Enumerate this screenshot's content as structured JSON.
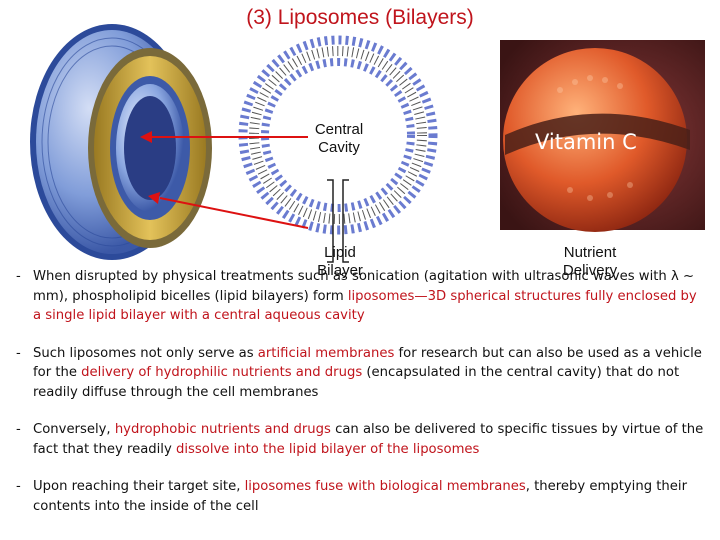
{
  "title": "(3) Liposomes (Bilayers)",
  "figure": {
    "central_cavity": [
      "Central",
      "Cavity"
    ],
    "lipid_bilayer": [
      "Lipid",
      "Bilayer"
    ],
    "nutrient_delivery": [
      "Nutrient",
      "Delivery"
    ],
    "vitamin_label": "Vitamin C"
  },
  "colors": {
    "accent_red": "#c0141c",
    "lipid_head": "#8aa6e0",
    "lipid_tail": "#c8a23a",
    "orange_sphere": "#e05a2a"
  },
  "bullets": [
    {
      "dash": "-",
      "segments": [
        {
          "text": "When disrupted by physical treatments such as sonication (agitation with ultrasonic waves with λ ~ mm), phospholipid bicelles (lipid bilayers) form ",
          "red": false
        },
        {
          "text": "liposomes—3D spherical structures fully enclosed by a single lipid bilayer with a central aqueous cavity",
          "red": true
        }
      ]
    },
    {
      "dash": "-",
      "segments": [
        {
          "text": "Such liposomes not only serve as ",
          "red": false
        },
        {
          "text": "artificial membranes",
          "red": true
        },
        {
          "text": " for research but can also be used as a vehicle for the ",
          "red": false
        },
        {
          "text": "delivery of hydrophilic nutrients and drugs",
          "red": true
        },
        {
          "text": " (encapsulated in the central cavity) that do not readily diffuse through the cell membranes",
          "red": false
        }
      ]
    },
    {
      "dash": "-",
      "segments": [
        {
          "text": "Conversely, ",
          "red": false
        },
        {
          "text": "hydrophobic nutrients and drugs",
          "red": true
        },
        {
          "text": " can also be delivered to specific tissues by virtue of the fact that they readily ",
          "red": false
        },
        {
          "text": "dissolve into the lipid bilayer of the liposomes",
          "red": true
        }
      ]
    },
    {
      "dash": "-",
      "segments": [
        {
          "text": "Upon reaching their target site, ",
          "red": false
        },
        {
          "text": "liposomes fuse with biological membranes",
          "red": true
        },
        {
          "text": ", thereby emptying their contents into the inside of the cell",
          "red": false
        }
      ]
    }
  ]
}
